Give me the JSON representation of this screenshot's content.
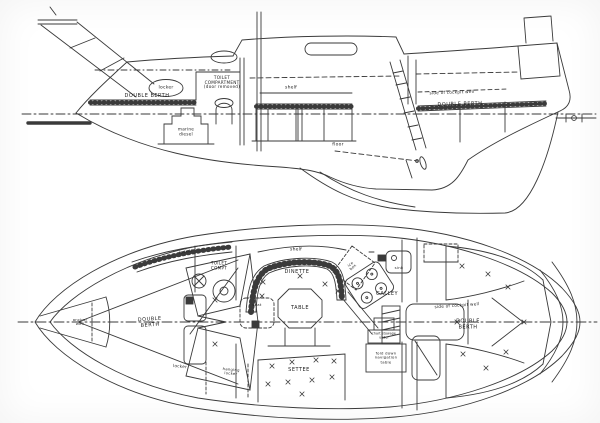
{
  "diagram_colors": {
    "ink": "#3a3a3a",
    "paper": "#ffffff"
  },
  "profile": {
    "labels": {
      "locker": "locker",
      "double_berth_fwd": "DOUBLE BERTH",
      "toilet_compartment": [
        "TOILET",
        "COMPARTMENT",
        "(door removed)"
      ],
      "marine_diesel": [
        "marine",
        "diesel"
      ],
      "shelf": "shelf",
      "floor": "floor",
      "cockpit_well": "side of cockpit well",
      "double_berth_aft": "DOUBLE BERTH"
    }
  },
  "plan": {
    "labels": {
      "anchor_well": [
        "anchor",
        "well"
      ],
      "locker_fwd": "locker",
      "double_berth_fwd": [
        "DOUBLE",
        "BERTH"
      ],
      "toilet_compt": [
        "TOILET",
        "COMPT"
      ],
      "shelf": "shelf",
      "dinette": "DINETTE",
      "seat": "seat",
      "table": "TABLE",
      "ice_box": [
        "ice",
        "box"
      ],
      "sink": "sink",
      "galley": "GALLEY",
      "cockpit_well": "side of cockpit well",
      "nav_note": [
        "chart stowage",
        "under"
      ],
      "nav_table": [
        "fold down",
        "navigation",
        "table"
      ],
      "double_berth_aft": [
        "DOUBLE",
        "BERTH"
      ],
      "locker_port": "locker",
      "hanging_locker": [
        "hanging",
        "locker"
      ],
      "settee": "SETTEE"
    }
  }
}
